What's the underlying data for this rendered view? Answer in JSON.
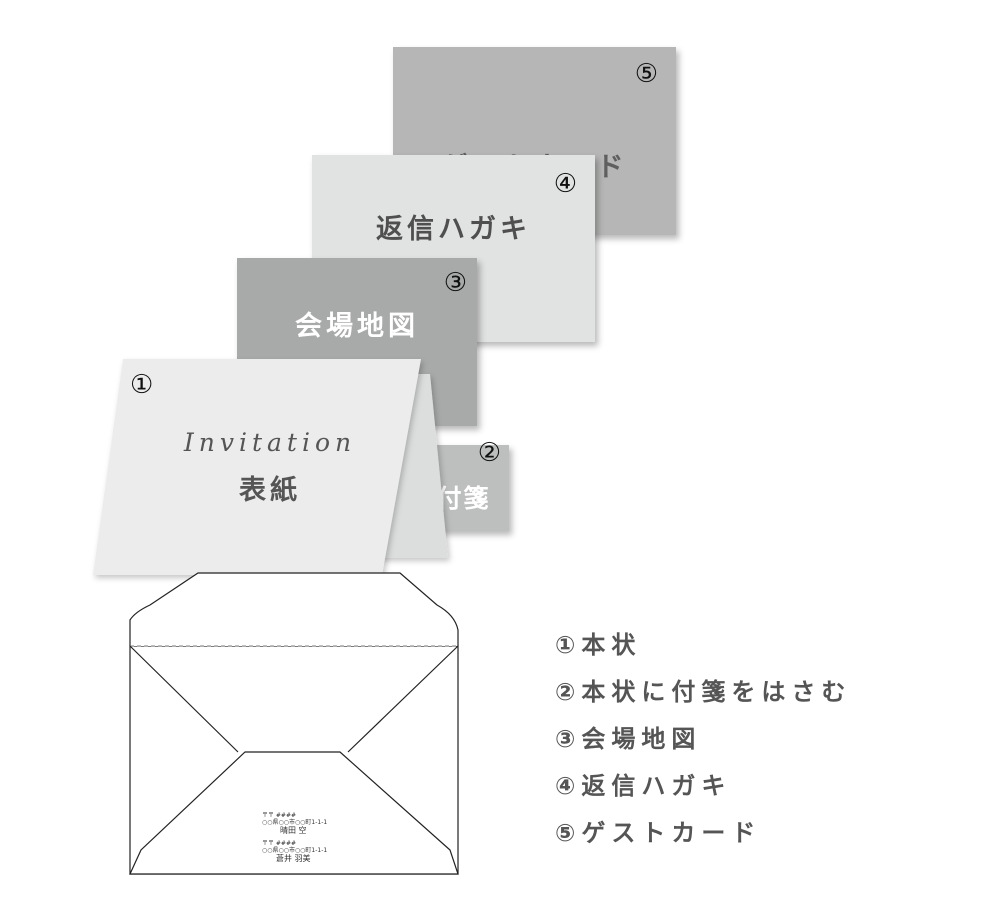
{
  "cards": {
    "card5": {
      "number": "⑤",
      "title": "ゲストカード",
      "color": "#b5b6b5"
    },
    "card4": {
      "number": "④",
      "title": "返信ハガキ",
      "color": "#e1e2e2"
    },
    "card3": {
      "number": "③",
      "title": "会場地図",
      "color": "#a8a9a9"
    },
    "card2": {
      "number": "②",
      "title": "付箋",
      "color": "#bdbebe"
    },
    "card1": {
      "number": "①",
      "title_en": "Invitation",
      "title_jp": "表紙",
      "color": "#ececec"
    }
  },
  "envelope": {
    "sender": {
      "postal": "〒〒 ####",
      "address": "○○県○○市○○町1-1-1",
      "name": "晴田 空"
    },
    "recipient": {
      "postal": "〒〒 ####",
      "address": "○○県○○市○○町1-1-1",
      "name": "蒼井 羽美"
    }
  },
  "legend": [
    "①本状",
    "②本状に付箋をはさむ",
    "③会場地図",
    "④返信ハガキ",
    "⑤ゲストカード"
  ]
}
